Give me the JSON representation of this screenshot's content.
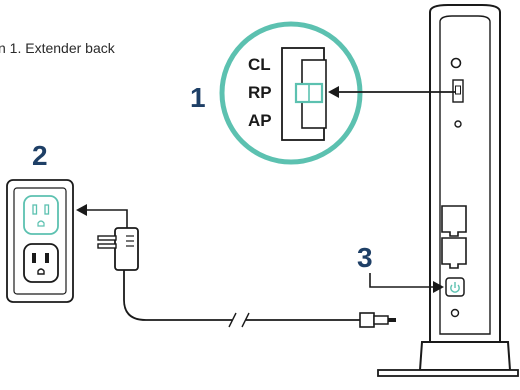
{
  "caption": "n 1. Extender back",
  "steps": {
    "one": "1",
    "two": "2",
    "three": "3"
  },
  "switch_positions": [
    "CL",
    "RP",
    "AP"
  ],
  "colors": {
    "accent": "#5cc1b0",
    "step_number": "#1e3f66",
    "line": "#1a1a1a"
  },
  "icons": {
    "power": "power-icon",
    "ethernet": "ethernet-port-icon",
    "outlet": "wall-outlet-icon",
    "plug": "power-plug-icon"
  }
}
